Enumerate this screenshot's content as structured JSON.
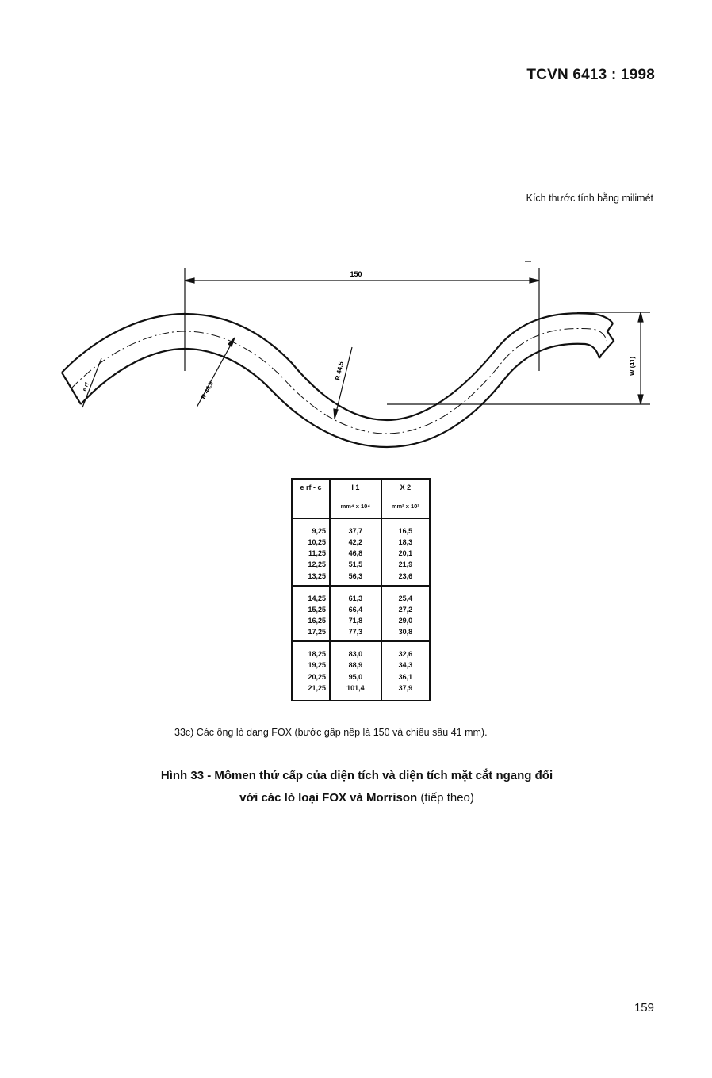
{
  "header": {
    "standard": "TCVN 6413 : 1998"
  },
  "units_note": "Kích thước tính bằng milimét",
  "drawing": {
    "pitch_label": "150",
    "radius_label_left": "R 44,5",
    "radius_label_right": "R 44,5",
    "thickness_label": "e rf",
    "depth_label": "W (41)"
  },
  "table": {
    "headers": {
      "col1": "e rf - c",
      "col2": "I 1",
      "col2_unit": "mm⁴ x 10⁴",
      "col3": "X 2",
      "col3_unit": "mm² x 10²"
    },
    "groups": [
      [
        [
          "9,25",
          "37,7",
          "16,5"
        ],
        [
          "10,25",
          "42,2",
          "18,3"
        ],
        [
          "11,25",
          "46,8",
          "20,1"
        ],
        [
          "12,25",
          "51,5",
          "21,9"
        ],
        [
          "13,25",
          "56,3",
          "23,6"
        ]
      ],
      [
        [
          "14,25",
          "61,3",
          "25,4"
        ],
        [
          "15,25",
          "66,4",
          "27,2"
        ],
        [
          "16,25",
          "71,8",
          "29,0"
        ],
        [
          "17,25",
          "77,3",
          "30,8"
        ]
      ],
      [
        [
          "18,25",
          "83,0",
          "32,6"
        ],
        [
          "19,25",
          "88,9",
          "34,3"
        ],
        [
          "20,25",
          "95,0",
          "36,1"
        ],
        [
          "21,25",
          "101,4",
          "37,9"
        ]
      ]
    ]
  },
  "caption": "33c)  Các ống lò dạng FOX (bước gấp nếp là 150 và chiều sâu 41 mm).",
  "figure_title": {
    "bold": "Hình 33 - Mômen thứ cấp của diện tích và diện tích mặt cắt ngang đối với các lò loại FOX và Morrison",
    "plain": "(tiếp theo)"
  },
  "page_number": "159"
}
